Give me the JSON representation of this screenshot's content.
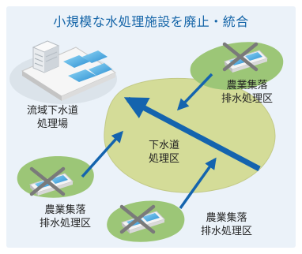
{
  "title": "小規模な水処理施設を廃止・統合",
  "labels": {
    "central_plant": [
      "流域下水道",
      "処理場"
    ],
    "sewer_area": [
      "下水道",
      "処理区"
    ],
    "rural_top_right": [
      "農業集落",
      "排水処理区"
    ],
    "rural_left": [
      "農業集落",
      "排水処理区"
    ],
    "rural_bottom": [
      "農業集落",
      "排水処理区"
    ]
  },
  "colors": {
    "background": "#ebf2f9",
    "title": "#1565a8",
    "arrow": "#1464ae",
    "sewer_area_fill": "#d4dc98",
    "rural_area_fill": "#9cc677",
    "cross": "#7a7a7a"
  },
  "icons": [
    "treatment-plant-icon",
    "rural-facility-icon",
    "cross-mark-icon",
    "flow-arrow-icon"
  ]
}
